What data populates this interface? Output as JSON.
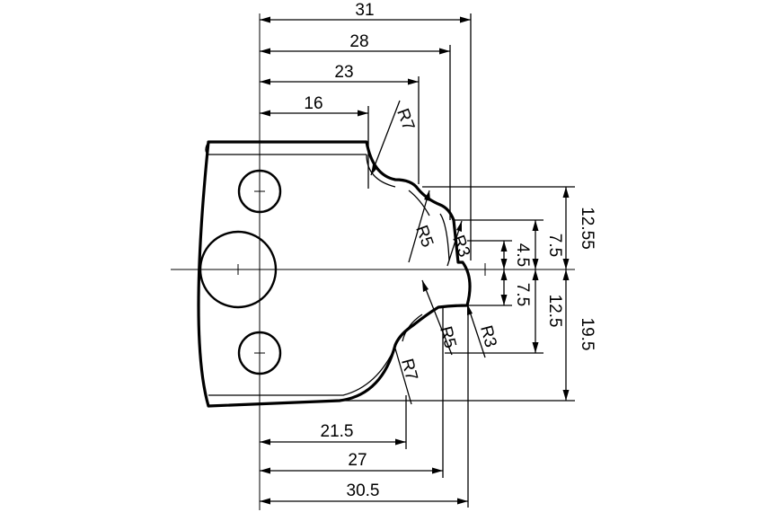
{
  "dimensions": {
    "top": [
      "31",
      "28",
      "23",
      "16"
    ],
    "bottom": [
      "21.5",
      "27",
      "30.5"
    ],
    "right_upper": [
      "12.55",
      "7.5",
      "4.5"
    ],
    "right_lower": [
      "7.5",
      "12.5",
      "19.5"
    ],
    "radii": [
      "R7",
      "R5",
      "R3",
      "R3",
      "R5",
      "R7"
    ]
  }
}
